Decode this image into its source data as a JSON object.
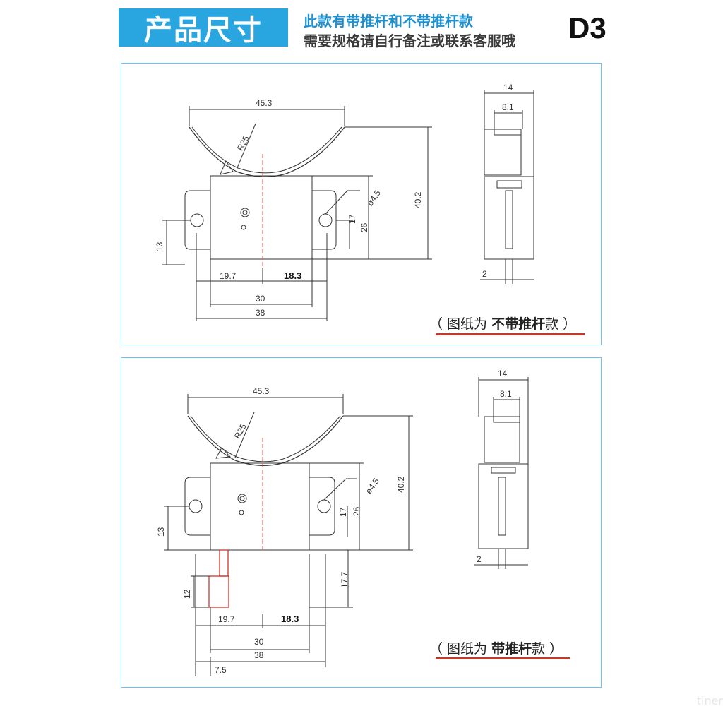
{
  "header": {
    "badge": "产品尺寸",
    "note_line1": "此款有带推杆和不带推杆款",
    "note_line2": "需要规格请自行备注或联系客服哦",
    "model_code": "D3"
  },
  "dimensions": {
    "arc_width": "45.3",
    "radius": "R25",
    "hole_dia": "ø4.5",
    "total_height": "40.2",
    "body_height": "26",
    "hole_spacing_v": "17",
    "hole_offset": "13",
    "left_offset": "19.7",
    "right_offset": "18.3",
    "body_width": "30",
    "overall_width": "38",
    "side_width": "14",
    "side_inner": "8.1",
    "side_gap": "2",
    "rod_length": "17.7",
    "rod_height": "12",
    "rod_offset": "7.5"
  },
  "panel1": {
    "caption_open": "（ 图纸为 ",
    "caption_bold": "不带推杆",
    "caption_close": "款 ）"
  },
  "panel2": {
    "caption_open": "（ 图纸为 ",
    "caption_bold": "带推杆",
    "caption_close": "款 ）"
  },
  "watermark": "tiner",
  "colors": {
    "accent": "#29a6e0",
    "border": "#6cc3ec",
    "centerline": "#e05a4a",
    "underline": "#c0392b"
  }
}
